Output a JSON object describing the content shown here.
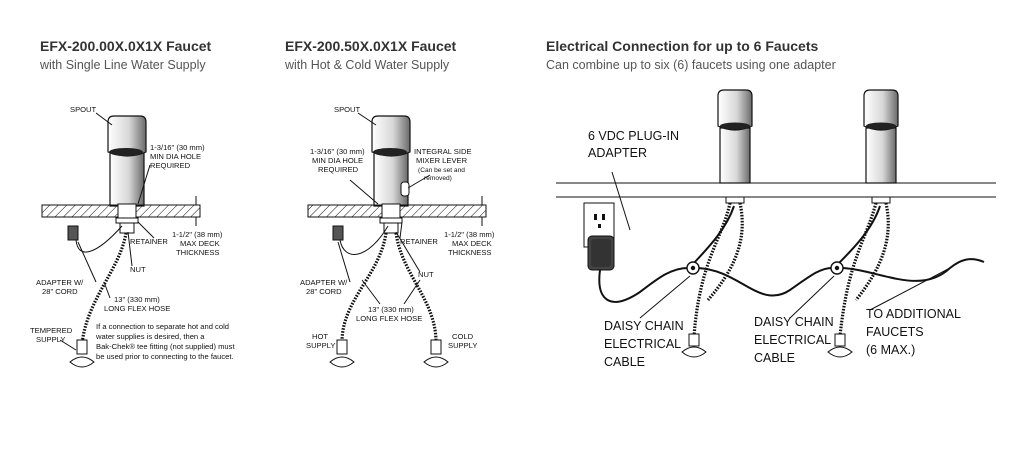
{
  "panels": [
    {
      "title": "EFX-200.00X.0X1X Faucet",
      "subtitle": "with Single Line Water Supply",
      "labels": {
        "spout": "SPOUT",
        "hole_1": "1-3/16\" (30 mm)",
        "hole_2": "MIN DIA HOLE",
        "hole_3": "REQUIRED",
        "retainer": "RETAINER",
        "deck_1": "1-1/2\" (38 mm)",
        "deck_2": "MAX DECK",
        "deck_3": "THICKNESS",
        "nut": "NUT",
        "adapter_1": "ADAPTER W/",
        "adapter_2": "28\" CORD",
        "hose_1": "13\" (330 mm)",
        "hose_2": "LONG FLEX HOSE",
        "supply_1": "TEMPERED",
        "supply_2": "SUPPLY",
        "note_1": "If a connection to separate hot and cold",
        "note_2": "water supplies is desired, then a",
        "note_3": "Bak-Chek® tee fitting (not supplied) must",
        "note_4": "be used prior to connecting to the faucet."
      }
    },
    {
      "title": "EFX-200.50X.0X1X Faucet",
      "subtitle": "with Hot & Cold Water Supply",
      "labels": {
        "spout": "SPOUT",
        "hole_1": "1-3/16\" (30 mm)",
        "hole_2": "MIN DIA HOLE",
        "hole_3": "REQUIRED",
        "mixer_1": "INTEGRAL SIDE",
        "mixer_2": "MIXER LEVER",
        "mixer_3": "(Can be set and",
        "mixer_4": "removed)",
        "retainer": "RETAINER",
        "deck_1": "1-1/2\" (38 mm)",
        "deck_2": "MAX DECK",
        "deck_3": "THICKNESS",
        "nut": "NUT",
        "adapter_1": "ADAPTER W/",
        "adapter_2": "28\" CORD",
        "hose_1": "13\" (330 mm)",
        "hose_2": "LONG FLEX HOSE",
        "hot_1": "HOT",
        "hot_2": "SUPPLY",
        "cold_1": "COLD",
        "cold_2": "SUPPLY"
      }
    },
    {
      "title": "Electrical Connection for up to 6 Faucets",
      "subtitle": "Can combine up to six (6) faucets using one adapter",
      "labels": {
        "plug_1": "6 VDC PLUG-IN",
        "plug_2": "ADAPTER",
        "daisy1_1": "DAISY CHAIN",
        "daisy1_2": "ELECTRICAL",
        "daisy1_3": "CABLE",
        "daisy2_1": "DAISY CHAIN",
        "daisy2_2": "ELECTRICAL",
        "daisy2_3": "CABLE",
        "addl_1": "TO ADDITIONAL",
        "addl_2": "FAUCETS",
        "addl_3": "(6 MAX.)"
      }
    }
  ]
}
